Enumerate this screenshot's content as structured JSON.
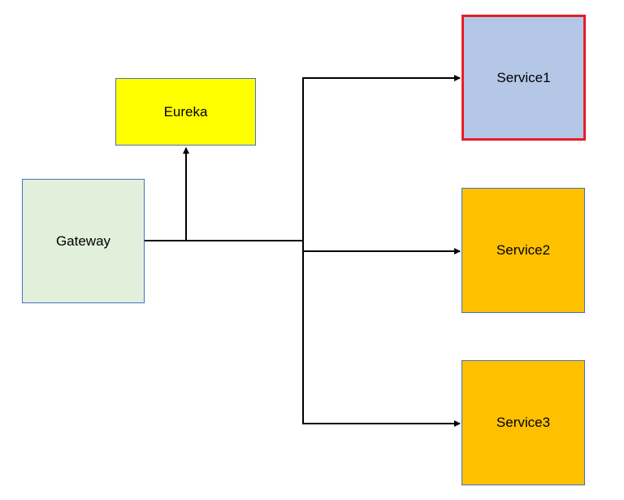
{
  "nodes": {
    "gateway": {
      "label": "Gateway",
      "fill": "#e2efda",
      "border": "#4472c4"
    },
    "eureka": {
      "label": "Eureka",
      "fill": "#ffff00",
      "border": "#4472c4"
    },
    "service1": {
      "label": "Service1",
      "fill": "#b4c7e7",
      "border": "#e81e25",
      "highlighted": true
    },
    "service2": {
      "label": "Service2",
      "fill": "#ffc000",
      "border": "#4472c4"
    },
    "service3": {
      "label": "Service3",
      "fill": "#ffc000",
      "border": "#4472c4"
    }
  },
  "edges": [
    {
      "from": "gateway",
      "to": "eureka"
    },
    {
      "from": "gateway",
      "to": "service1"
    },
    {
      "from": "gateway",
      "to": "service2"
    },
    {
      "from": "gateway",
      "to": "service3"
    }
  ],
  "colors": {
    "connector": "#000000"
  }
}
